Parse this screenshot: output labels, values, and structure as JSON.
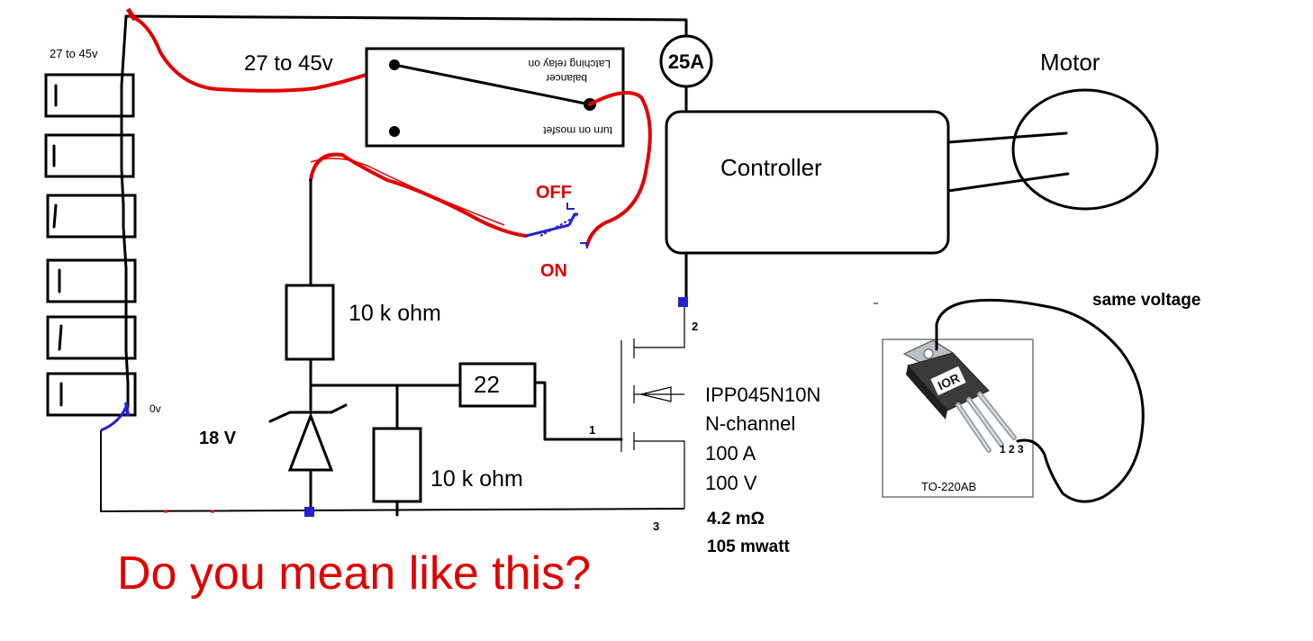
{
  "battery": {
    "voltage_label": "27 to 45v",
    "zero_label": "0v"
  },
  "relay": {
    "voltage_label": "27 to 45v",
    "label_top": "Latching relay on",
    "label_mid": "balancer",
    "label_bottom": "turn on mosfet"
  },
  "fuse": {
    "label": "25A"
  },
  "controller": {
    "label": "Controller"
  },
  "motor": {
    "label": "Motor"
  },
  "switch": {
    "off_label": "OFF",
    "on_label": "ON"
  },
  "resistors": {
    "r1_label": "10 k ohm",
    "r2_label": "10 k ohm",
    "gate_label": "22"
  },
  "zener": {
    "label": "18 V"
  },
  "mosfet": {
    "pin_gate": "1",
    "pin_drain": "2",
    "pin_source": "3",
    "spec_part": "IPP045N10N",
    "spec_type": "N-channel",
    "spec_current": "100 A",
    "spec_voltage": "100 V",
    "spec_rds": "4.2 mΩ",
    "spec_power": "105 mwatt"
  },
  "package": {
    "name": "TO-220AB",
    "pins": "1 2 3",
    "brand": "IOR",
    "note": "same voltage"
  },
  "question": "Do you mean like this?",
  "colors": {
    "red": "#e00000",
    "blue": "#2222cc",
    "black": "#000000"
  }
}
